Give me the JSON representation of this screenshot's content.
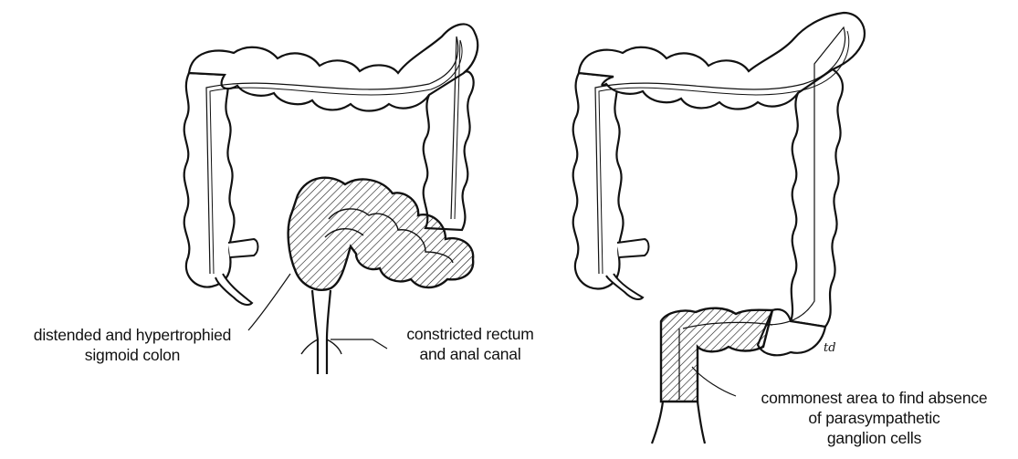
{
  "diagram": {
    "left_colon": {
      "label_sigmoid": {
        "line1": "distended and hypertrophied",
        "line2": "sigmoid colon"
      },
      "label_rectum": {
        "line1": "constricted rectum",
        "line2": "and anal canal"
      }
    },
    "right_colon": {
      "label_ganglion": {
        "line1": "commonest area to find absence",
        "line2": "of parasympathetic",
        "line3": "ganglion cells"
      }
    },
    "artist_signature": "td"
  },
  "colors": {
    "ink": "#111111",
    "background": "#ffffff"
  }
}
